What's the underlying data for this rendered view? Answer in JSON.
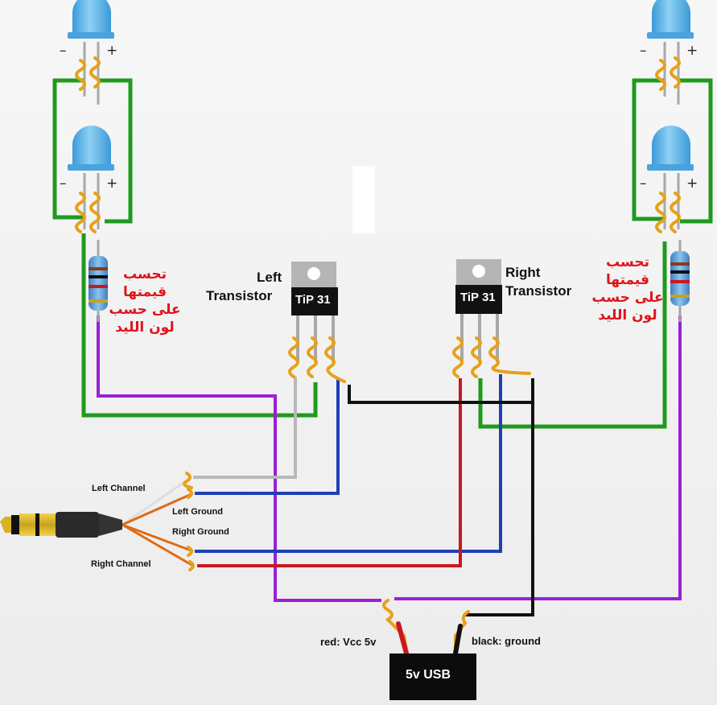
{
  "labels": {
    "left_transistor": [
      "Left",
      "Transistor"
    ],
    "right_transistor": [
      "Right",
      "Transistor"
    ],
    "chip": "TiP 31",
    "left_channel": "Left Channel",
    "left_ground": "Left Ground",
    "right_ground": "Right Ground",
    "right_channel": "Right Channel",
    "red_vcc": "red: Vcc 5v",
    "black_ground": "black: ground",
    "usb": "5v USB",
    "minus": "–",
    "plus": "+",
    "arabic_note": [
      "تحسب",
      "قيمتها",
      "على حسب",
      "لون الليد"
    ]
  },
  "colors": {
    "green_wire": "#1f9a1f",
    "purple_wire": "#9a1fd6",
    "blue_wire": "#1f3fb5",
    "red_wire": "#c8181c",
    "black_wire": "#111111",
    "gray_wire": "#b8b8b8",
    "copper": "#e7a11a",
    "led_blue": "#5ab4e8",
    "arabic_text": "#e0141a"
  }
}
